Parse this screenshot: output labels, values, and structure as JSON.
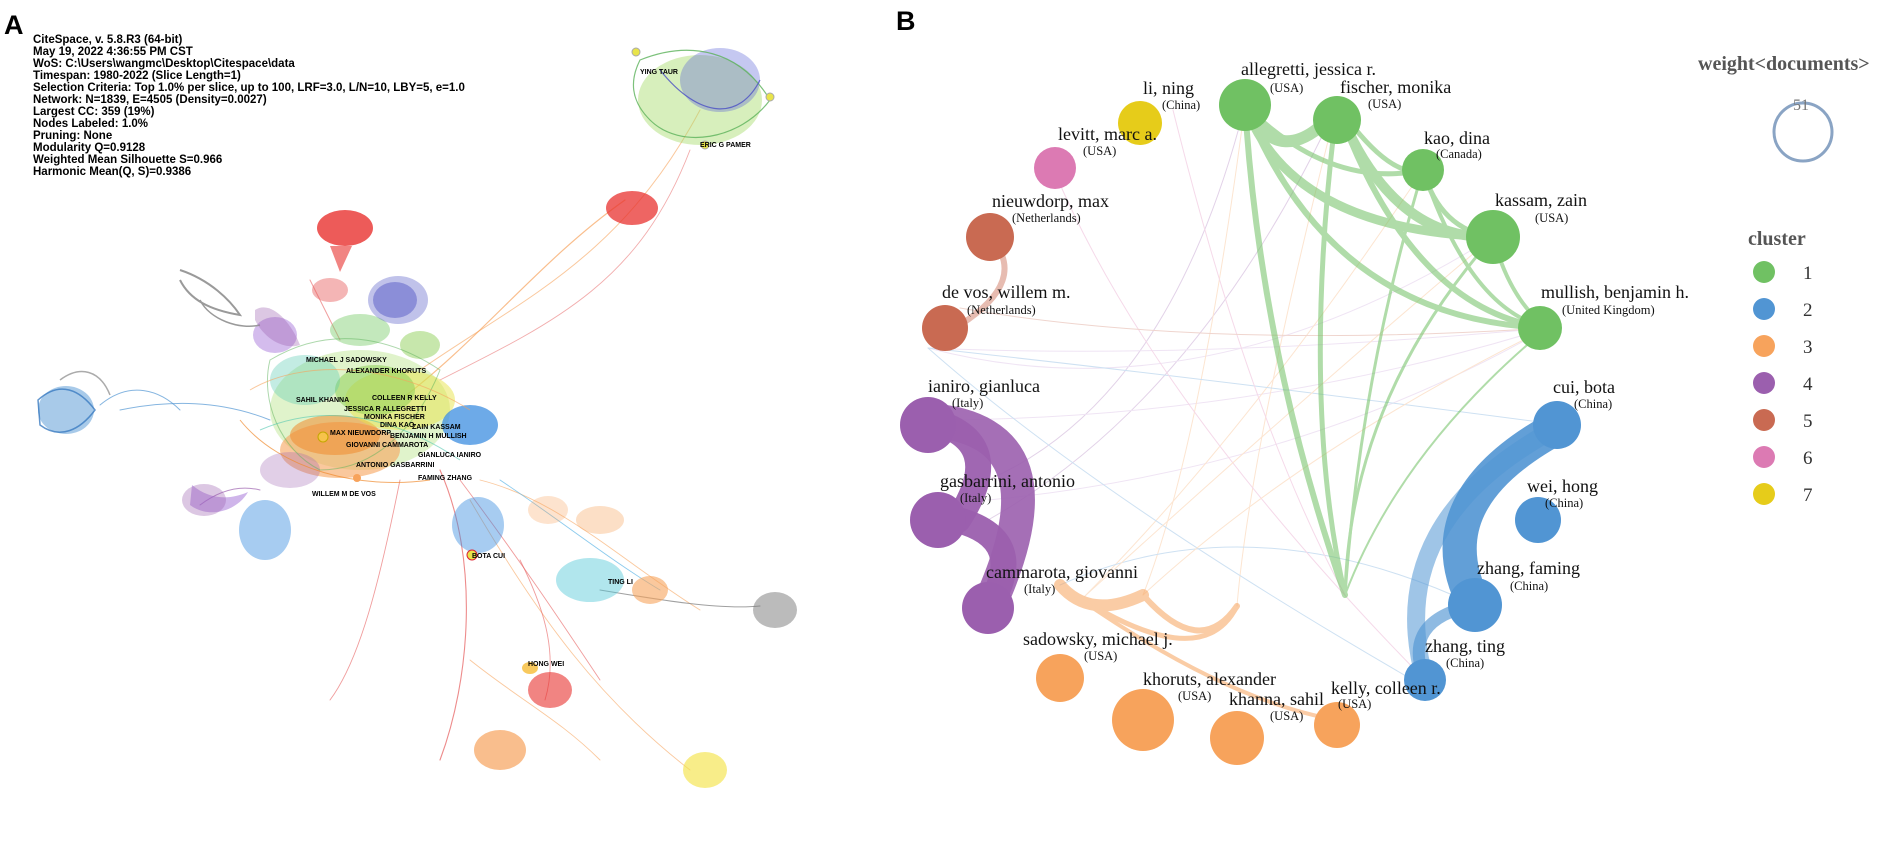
{
  "panel_a": {
    "letter": "A",
    "info_lines": [
      "CiteSpace, v. 5.8.R3 (64-bit)",
      "May 19, 2022 4:36:55 PM CST",
      "WoS: C:\\Users\\wangmc\\Desktop\\Citespace\\data",
      "Timespan: 1980-2022 (Slice Length=1)",
      "Selection Criteria: Top 1.0% per slice, up to 100, LRF=3.0, L/N=10, LBY=5, e=1.0",
      "Network: N=1839, E=4505 (Density=0.0027)",
      "Largest CC: 359 (19%)",
      "Nodes Labeled: 1.0%",
      "Pruning: None",
      "Modularity Q=0.9128",
      "Weighted Mean Silhouette S=0.966",
      "Harmonic Mean(Q, S)=0.9386"
    ],
    "node_labels": [
      "MICHAEL J SADOWSKY",
      "ALEXANDER KHORUTS",
      "SAHIL KHANNA",
      "COLLEEN R KELLY",
      "JESSICA R ALLEGRETTI",
      "MONIKA FISCHER",
      "DINA KAO",
      "MAX NIEUWDORP",
      "ZAIN KASSAM",
      "BENJAMIN H MULLISH",
      "GIOVANNI CAMMAROTA",
      "GIANLUCA IANIRO",
      "ANTONIO GASBARRINI",
      "FAMING ZHANG",
      "WILLEM M DE VOS",
      "BOTA CUI",
      "TING LI",
      "HONG WEI",
      "YING TAUR",
      "ERIC G PAMER"
    ]
  },
  "panel_b": {
    "letter": "B",
    "nodes": [
      {
        "name": "allegretti, jessica r.",
        "country": "(USA)",
        "cluster": 1
      },
      {
        "name": "fischer, monika",
        "country": "(USA)",
        "cluster": 1
      },
      {
        "name": "kao, dina",
        "country": "(Canada)",
        "cluster": 1
      },
      {
        "name": "kassam, zain",
        "country": "(USA)",
        "cluster": 1
      },
      {
        "name": "mullish, benjamin h.",
        "country": "(United Kingdom)",
        "cluster": 1
      },
      {
        "name": "cui, bota",
        "country": "(China)",
        "cluster": 2
      },
      {
        "name": "wei, hong",
        "country": "(China)",
        "cluster": 2
      },
      {
        "name": "zhang, faming",
        "country": "(China)",
        "cluster": 2
      },
      {
        "name": "zhang, ting",
        "country": "(China)",
        "cluster": 2
      },
      {
        "name": "kelly, colleen r.",
        "country": "(USA)",
        "cluster": 3
      },
      {
        "name": "khanna, sahil",
        "country": "(USA)",
        "cluster": 3
      },
      {
        "name": "khoruts, alexander",
        "country": "(USA)",
        "cluster": 3
      },
      {
        "name": "sadowsky, michael j.",
        "country": "(USA)",
        "cluster": 3
      },
      {
        "name": "cammarota, giovanni",
        "country": "(Italy)",
        "cluster": 4
      },
      {
        "name": "gasbarrini, antonio",
        "country": "(Italy)",
        "cluster": 4
      },
      {
        "name": "ianiro, gianluca",
        "country": "(Italy)",
        "cluster": 4
      },
      {
        "name": "de vos, willem m.",
        "country": "(Netherlands)",
        "cluster": 5
      },
      {
        "name": "nieuwdorp, max",
        "country": "(Netherlands)",
        "cluster": 5
      },
      {
        "name": "levitt, marc a.",
        "country": "(USA)",
        "cluster": 6
      },
      {
        "name": "li, ning",
        "country": "(China)",
        "cluster": 7
      }
    ],
    "legend": {
      "weight_title": "weight<documents>",
      "weight_value": "51",
      "cluster_title": "cluster",
      "clusters": [
        {
          "id": "1",
          "color": "#70c163"
        },
        {
          "id": "2",
          "color": "#5195d3"
        },
        {
          "id": "3",
          "color": "#f7a35c"
        },
        {
          "id": "4",
          "color": "#9b5fae"
        },
        {
          "id": "5",
          "color": "#c96a52"
        },
        {
          "id": "6",
          "color": "#dc7ab3"
        },
        {
          "id": "7",
          "color": "#e6cc1a"
        }
      ]
    }
  }
}
